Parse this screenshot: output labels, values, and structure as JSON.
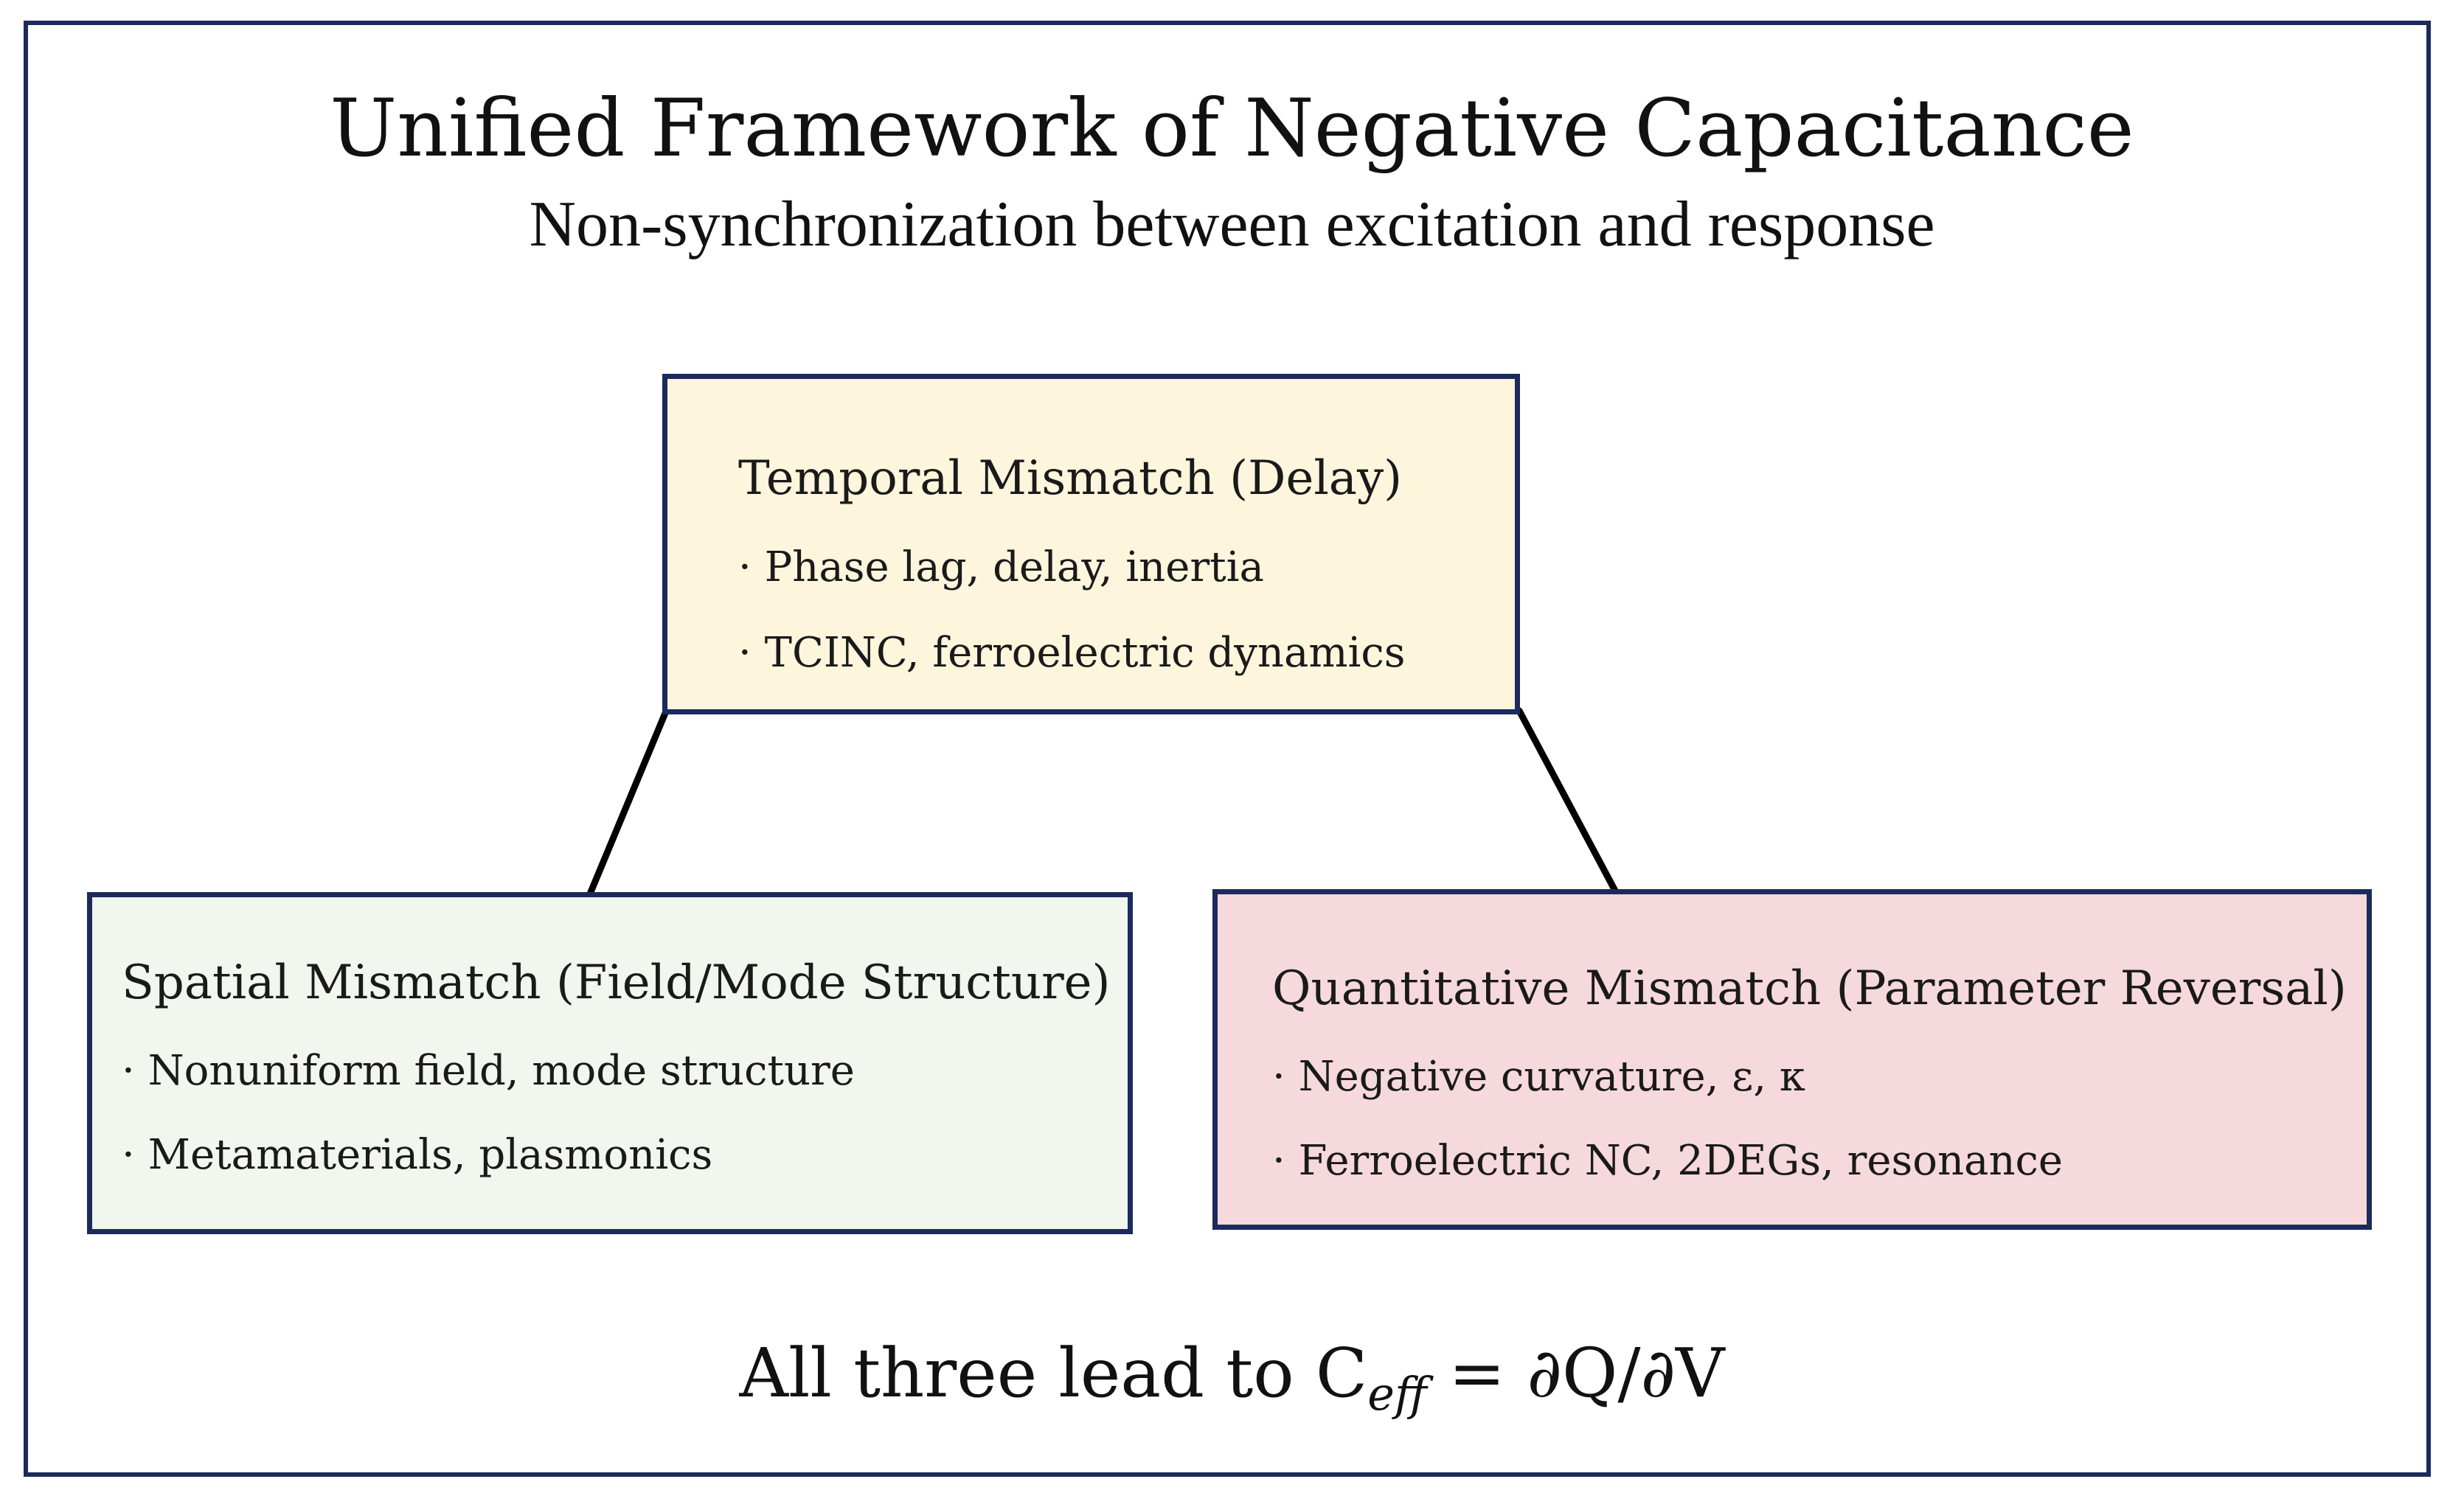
{
  "title": "Unified Framework of Negative Capacitance",
  "subtitle": "Non-synchronization between excitation and response",
  "colors": {
    "border": "#1c2a5c",
    "temporal_fill": "#fdf5dc",
    "spatial_fill": "#f1f6ee",
    "quantitative_fill": "#f6d9dc",
    "connector": "#000000"
  },
  "boxes": {
    "temporal": {
      "heading": "Temporal Mismatch (Delay)",
      "bullets": [
        "· Phase lag, delay, inertia",
        "· TCINC, ferroelectric dynamics"
      ]
    },
    "spatial": {
      "heading": "Spatial Mismatch (Field/Mode Structure)",
      "bullets": [
        "· Nonuniform field, mode structure",
        "· Metamaterials, plasmonics"
      ]
    },
    "quantitative": {
      "heading": "Quantitative Mismatch (Parameter Reversal)",
      "bullets": [
        "· Negative curvature, ε, κ",
        "· Ferroelectric NC, 2DEGs, resonance"
      ]
    }
  },
  "footer": {
    "prefix": "All three lead to C",
    "subscript": "eff",
    "suffix": " = ∂Q/∂V"
  }
}
